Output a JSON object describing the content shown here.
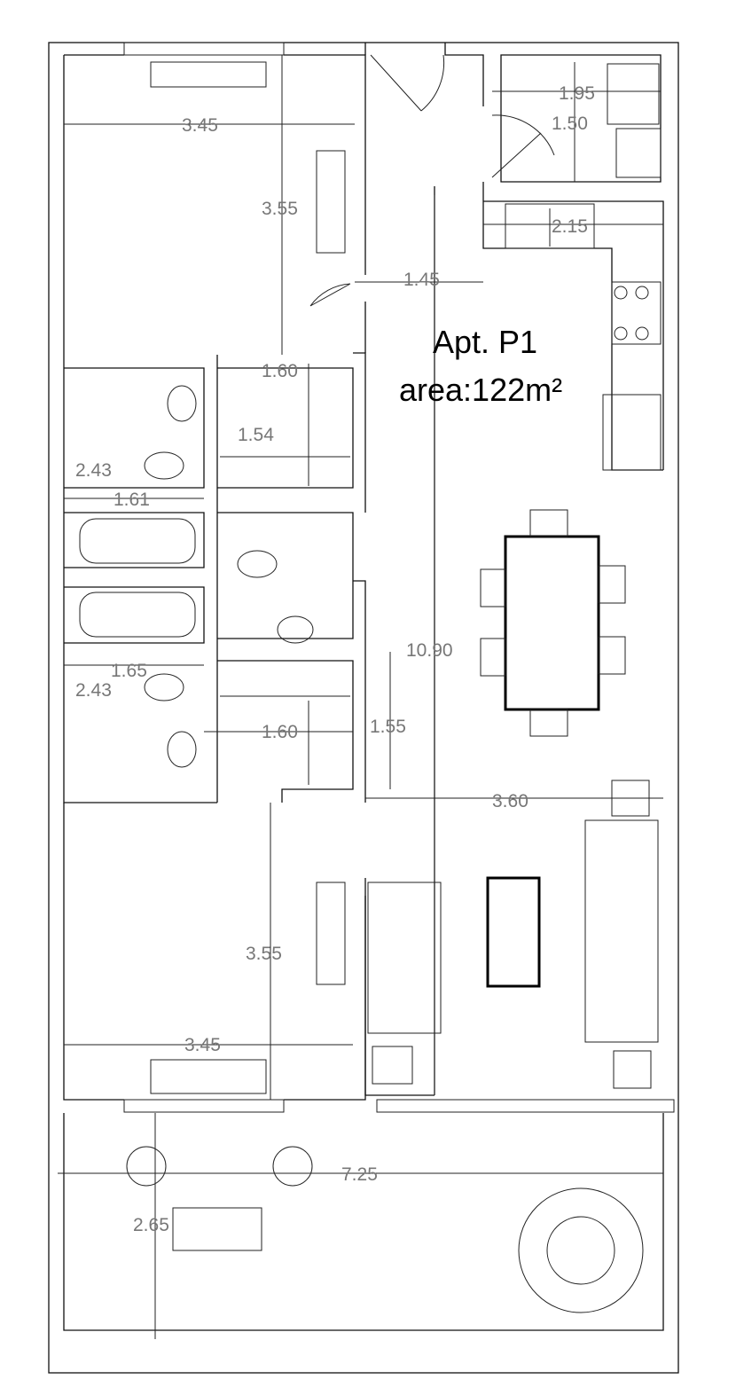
{
  "plan": {
    "title": "Apt. P1",
    "area": "area:122m²",
    "dimensions": {
      "bedroom1_width": "3.45",
      "bedroom1_depth": "3.55",
      "laundry_width": "1.95",
      "laundry_depth": "1.50",
      "kitchen_counter": "2.15",
      "hall_width": "1.45",
      "closet1_width": "1.60",
      "closet1_depth": "1.54",
      "bath1_depth": "2.43",
      "bath1_width": "1.61",
      "bath2_width": "1.65",
      "bath2_depth": "2.43",
      "closet2_width": "1.60",
      "closet2_depth": "1.55",
      "total_length": "10.90",
      "living_width": "3.60",
      "bedroom2_depth": "3.55",
      "bedroom2_width": "3.45",
      "terrace_width": "7.25",
      "terrace_depth": "2.65"
    }
  }
}
